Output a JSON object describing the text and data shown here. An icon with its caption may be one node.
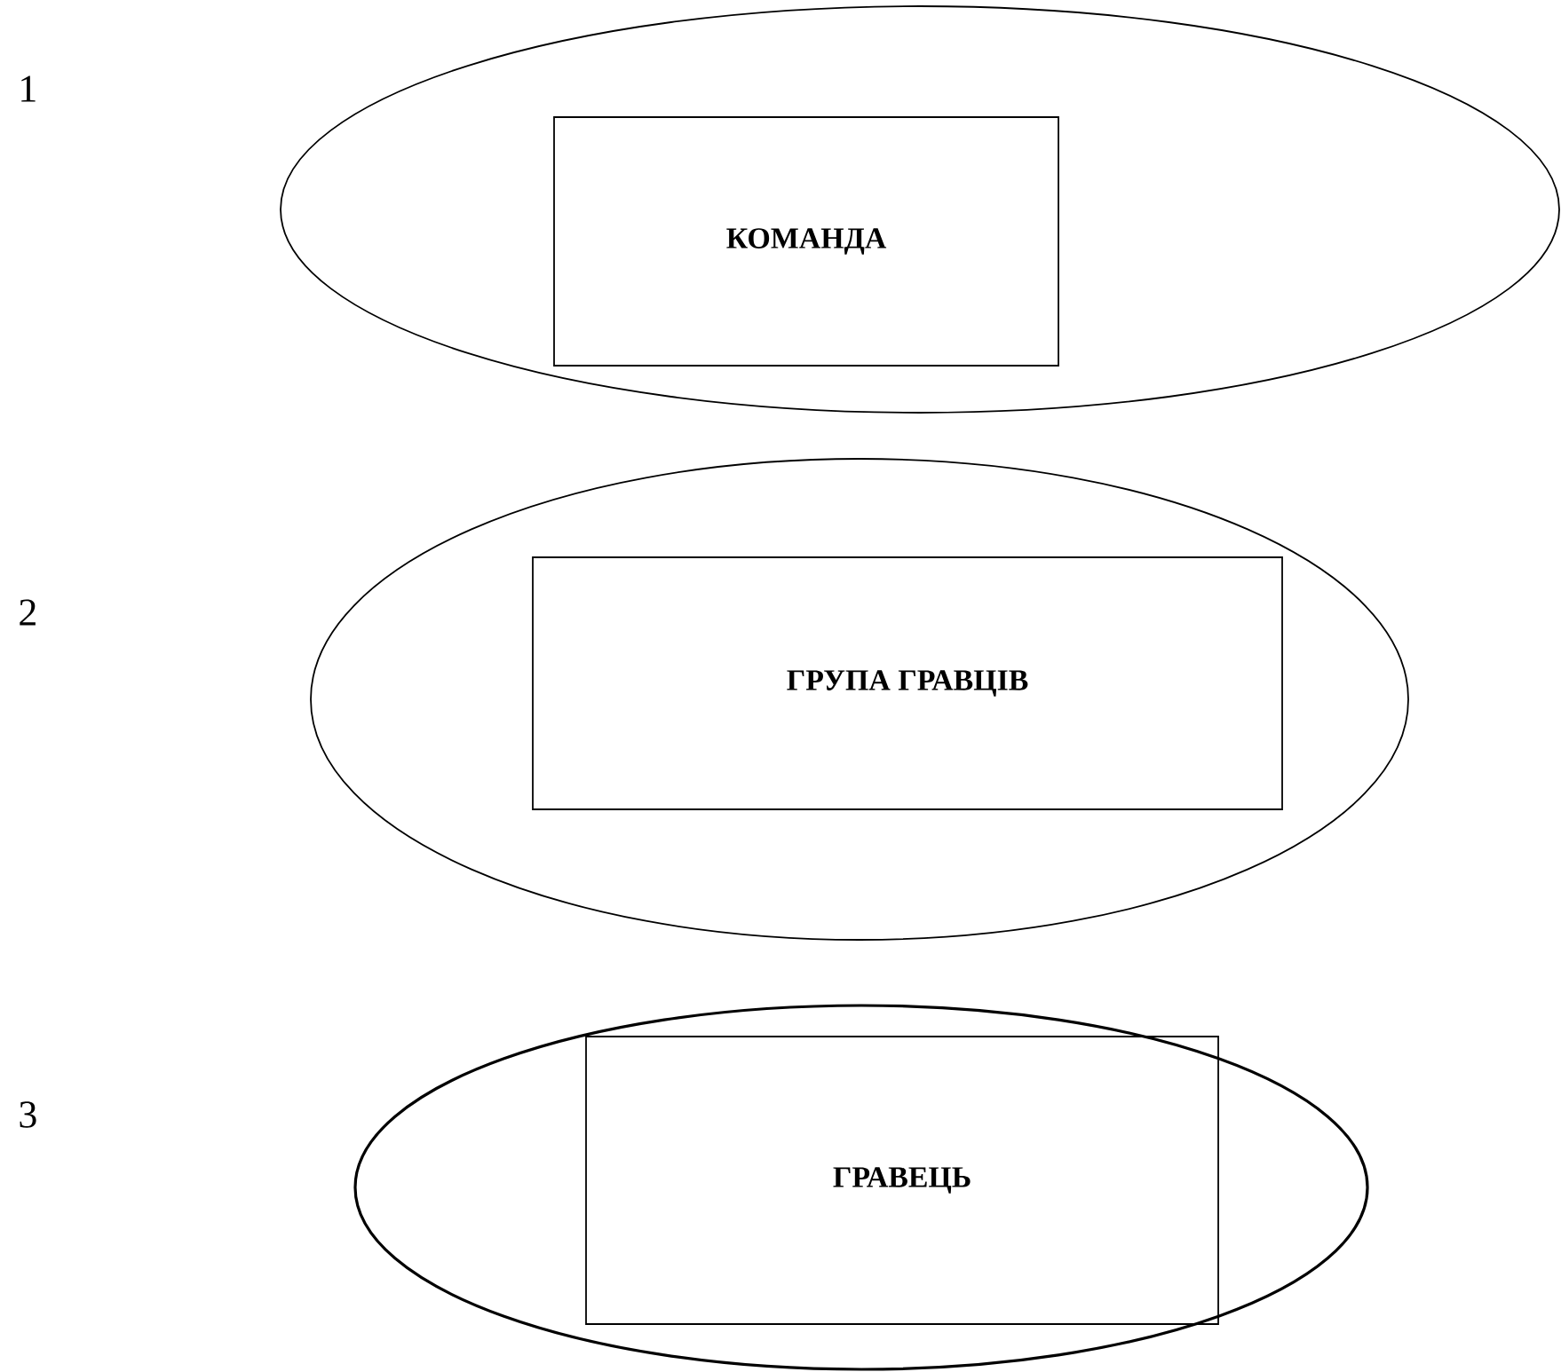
{
  "diagram": {
    "nodes": [
      {
        "text": [],
        "shape": "ellipse"
      },
      {
        "text": [
          "КОМАНДА"
        ],
        "in": 0
      },
      {
        "text": [],
        "shape": "ellipse"
      },
      {
        "text": [
          "ГРУПА ГРАВЦІВ"
        ],
        "in": 2
      },
      {
        "text": [],
        "shape": "ellipse"
      },
      {
        "text": [
          "ГРАВЕЦЬ"
        ],
        "in": 4
      }
    ],
    "labels": [
      "1",
      "2",
      "3"
    ]
  }
}
